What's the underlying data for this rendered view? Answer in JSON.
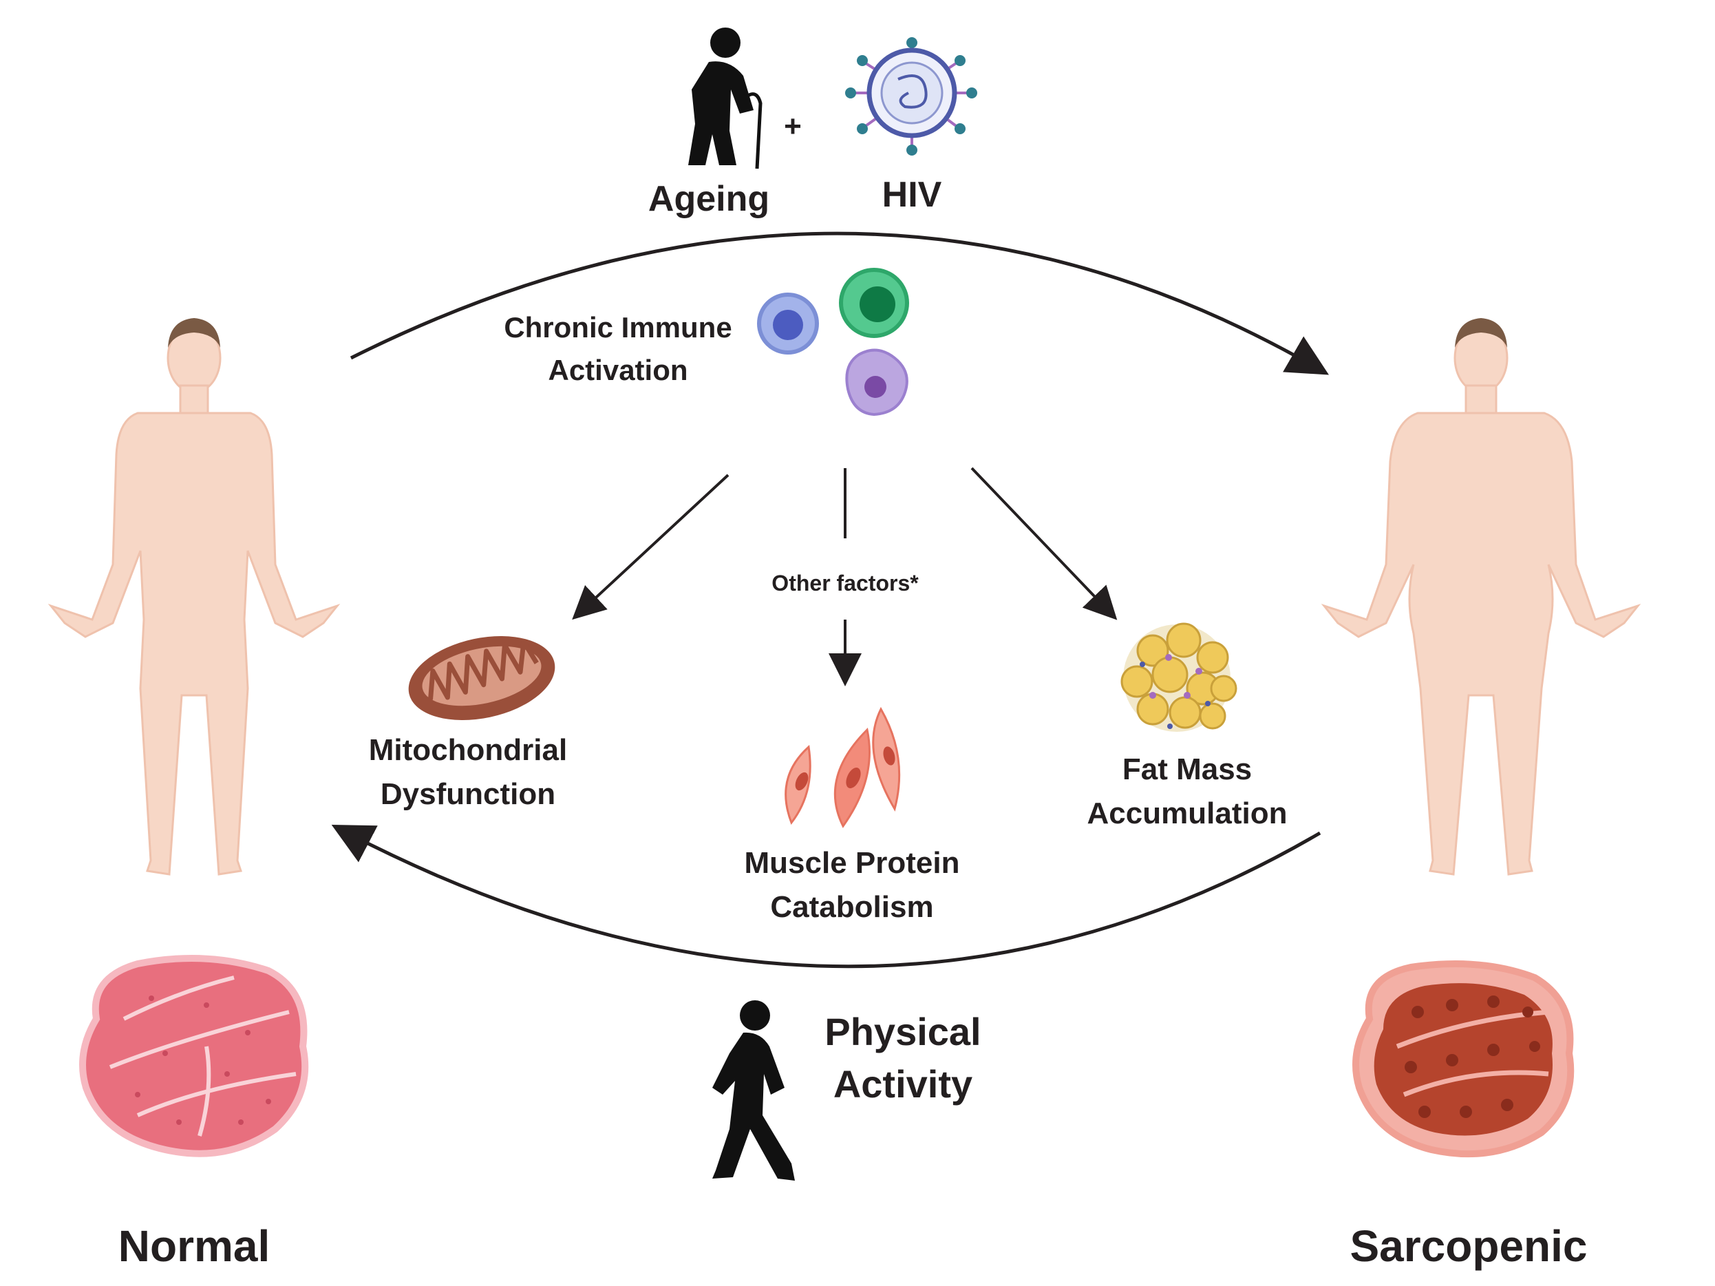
{
  "top": {
    "ageing_label": "Ageing",
    "plus_sign": "+",
    "hiv_label": "HIV"
  },
  "center": {
    "immune_line1": "Chronic Immune",
    "immune_line2": "Activation",
    "other_factors": "Other factors*"
  },
  "outcomes": {
    "mito_line1": "Mitochondrial",
    "mito_line2": "Dysfunction",
    "muscle_line1": "Muscle Protein",
    "muscle_line2": "Catabolism",
    "fat_line1": "Fat Mass",
    "fat_line2": "Accumulation"
  },
  "bottom": {
    "physical_line1": "Physical",
    "physical_line2": "Activity",
    "normal_label": "Normal",
    "sarcopenic_label": "Sarcopenic"
  },
  "colors": {
    "skin": "#f7d7c6",
    "skin_shade": "#efc2ad",
    "hair": "#7a5a44",
    "arrow": "#231f20",
    "normal_muscle": "#e86f7e",
    "sarcopenic_muscle": "#b5442d",
    "immune_blue": "#7c8fd6",
    "immune_green": "#3cb878",
    "immune_purple": "#a58ad0",
    "fat_yellow": "#efc95a",
    "mito_brown": "#9a4f3a",
    "myocyte_pink": "#f28b7a"
  }
}
